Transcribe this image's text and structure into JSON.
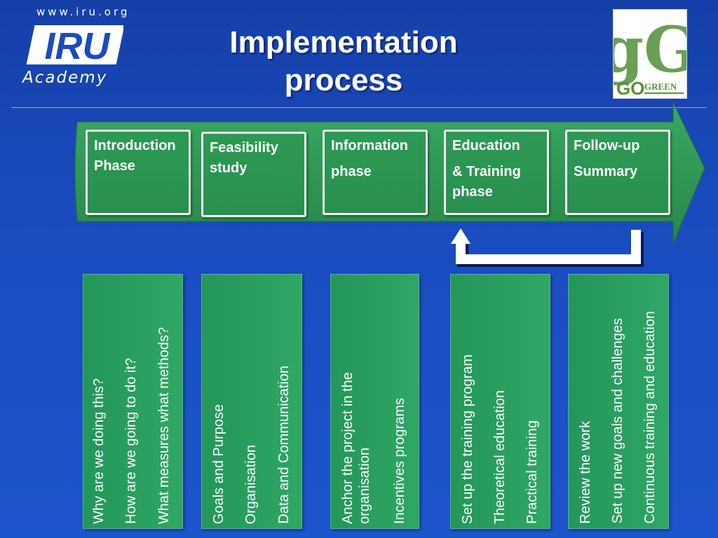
{
  "header": {
    "site_url": "www.iru.org",
    "logo_text": "IRU",
    "academy": "Academy",
    "title": "Implementation\nprocess"
  },
  "gogreen_logo": {
    "letters": "gG",
    "go": "GO",
    "green": "GREEN"
  },
  "phases": [
    {
      "line1": "Introduction",
      "line2": "Phase"
    },
    {
      "line1": "Feasibility",
      "line2": "study"
    },
    {
      "line1": "Information",
      "line2": "phase"
    },
    {
      "line1": "Education",
      "line2": "& Training",
      "line3": "phase"
    },
    {
      "line1": "Follow-up",
      "line2": "Summary"
    }
  ],
  "columns": [
    {
      "items": [
        "Why are we doing this?",
        "How are we going to do it?",
        "What measures what methods?"
      ]
    },
    {
      "items": [
        "Goals and Purpose",
        "Organisation",
        "Data and Communication"
      ]
    },
    {
      "items": [
        "Anchor the project in the organisation",
        "Incentives programs"
      ]
    },
    {
      "items": [
        "Set up the training program",
        "Theoretical education",
        "Practical training"
      ]
    },
    {
      "items": [
        "Review the work",
        "Set up new goals and challenges",
        "Continuous training and education"
      ]
    }
  ],
  "colors": {
    "background": "#1a4cc0",
    "green": "#2a8f4f",
    "arrow_green": "#2e9b57",
    "logo_green": "#5a9a4a",
    "white": "#ffffff"
  }
}
